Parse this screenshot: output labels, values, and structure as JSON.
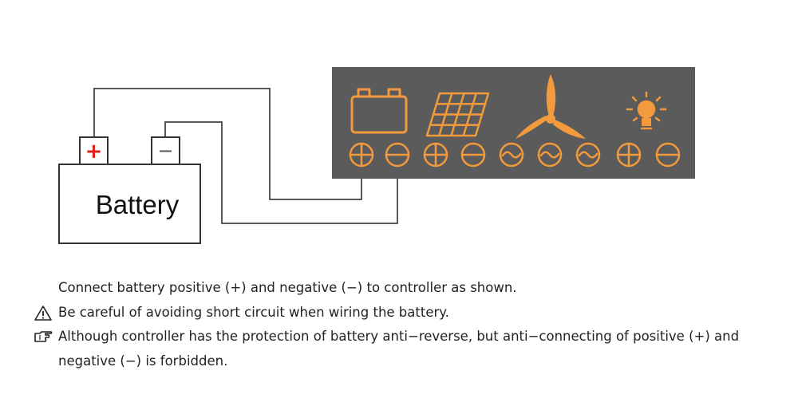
{
  "battery": {
    "label": "Battery",
    "positive_symbol": "+",
    "negative_symbol": "−"
  },
  "controller": {
    "panel_color": "#5b5b5b",
    "accent_color": "#f29a3c",
    "sections": [
      {
        "name": "battery",
        "icon": "battery-icon",
        "terminals": [
          "positive",
          "negative"
        ]
      },
      {
        "name": "solar",
        "icon": "solar-panel-icon",
        "terminals": [
          "positive",
          "negative"
        ]
      },
      {
        "name": "wind",
        "icon": "wind-turbine-icon",
        "terminals": [
          "ac",
          "ac",
          "ac"
        ]
      },
      {
        "name": "load",
        "icon": "light-bulb-icon",
        "terminals": [
          "positive",
          "negative"
        ]
      }
    ]
  },
  "colors": {
    "wire": "#222222",
    "positive_mark": "#e0201a"
  },
  "instructions": {
    "line1": "Connect battery positive (+) and negative (−) to controller as shown.",
    "line2": "Be careful of avoiding short circuit when wiring the battery.",
    "line3a": "Although controller has the protection of battery anti−reverse, but anti−connecting of positive (+) and",
    "line3b": "negative (−) is forbidden.",
    "icon2": "warning-icon",
    "icon3": "pointing-hand-icon"
  }
}
